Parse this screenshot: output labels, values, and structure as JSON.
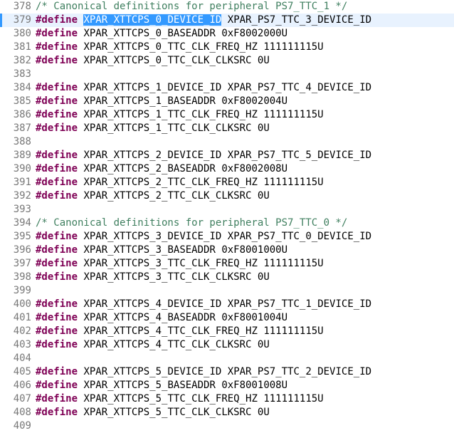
{
  "editor": {
    "colors": {
      "keyword": "#7f0055",
      "comment": "#3f7f5f",
      "selection": "#3399ff",
      "current_line": "#e8f2fe",
      "line_number": "#787878"
    },
    "lines": [
      {
        "num": "378",
        "type": "comment",
        "text": "/* Canonical definitions for peripheral PS7_TTC_1 */"
      },
      {
        "num": "379",
        "type": "define",
        "kw": "#define",
        "name": "XPAR_XTTCPS_0_DEVICE_ID",
        "value": "XPAR_PS7_TTC_3_DEVICE_ID",
        "selected": true
      },
      {
        "num": "380",
        "type": "define",
        "kw": "#define",
        "name": "XPAR_XTTCPS_0_BASEADDR",
        "value": "0xF8002000U"
      },
      {
        "num": "381",
        "type": "define",
        "kw": "#define",
        "name": "XPAR_XTTCPS_0_TTC_CLK_FREQ_HZ",
        "value": "111111115U"
      },
      {
        "num": "382",
        "type": "define",
        "kw": "#define",
        "name": "XPAR_XTTCPS_0_TTC_CLK_CLKSRC",
        "value": "0U"
      },
      {
        "num": "383",
        "type": "blank"
      },
      {
        "num": "384",
        "type": "define",
        "kw": "#define",
        "name": "XPAR_XTTCPS_1_DEVICE_ID",
        "value": "XPAR_PS7_TTC_4_DEVICE_ID"
      },
      {
        "num": "385",
        "type": "define",
        "kw": "#define",
        "name": "XPAR_XTTCPS_1_BASEADDR",
        "value": "0xF8002004U"
      },
      {
        "num": "386",
        "type": "define",
        "kw": "#define",
        "name": "XPAR_XTTCPS_1_TTC_CLK_FREQ_HZ",
        "value": "111111115U"
      },
      {
        "num": "387",
        "type": "define",
        "kw": "#define",
        "name": "XPAR_XTTCPS_1_TTC_CLK_CLKSRC",
        "value": "0U"
      },
      {
        "num": "388",
        "type": "blank"
      },
      {
        "num": "389",
        "type": "define",
        "kw": "#define",
        "name": "XPAR_XTTCPS_2_DEVICE_ID",
        "value": "XPAR_PS7_TTC_5_DEVICE_ID"
      },
      {
        "num": "390",
        "type": "define",
        "kw": "#define",
        "name": "XPAR_XTTCPS_2_BASEADDR",
        "value": "0xF8002008U"
      },
      {
        "num": "391",
        "type": "define",
        "kw": "#define",
        "name": "XPAR_XTTCPS_2_TTC_CLK_FREQ_HZ",
        "value": "111111115U"
      },
      {
        "num": "392",
        "type": "define",
        "kw": "#define",
        "name": "XPAR_XTTCPS_2_TTC_CLK_CLKSRC",
        "value": "0U"
      },
      {
        "num": "393",
        "type": "blank"
      },
      {
        "num": "394",
        "type": "comment",
        "text": "/* Canonical definitions for peripheral PS7_TTC_0 */"
      },
      {
        "num": "395",
        "type": "define",
        "kw": "#define",
        "name": "XPAR_XTTCPS_3_DEVICE_ID",
        "value": "XPAR_PS7_TTC_0_DEVICE_ID"
      },
      {
        "num": "396",
        "type": "define",
        "kw": "#define",
        "name": "XPAR_XTTCPS_3_BASEADDR",
        "value": "0xF8001000U"
      },
      {
        "num": "397",
        "type": "define",
        "kw": "#define",
        "name": "XPAR_XTTCPS_3_TTC_CLK_FREQ_HZ",
        "value": "111111115U"
      },
      {
        "num": "398",
        "type": "define",
        "kw": "#define",
        "name": "XPAR_XTTCPS_3_TTC_CLK_CLKSRC",
        "value": "0U"
      },
      {
        "num": "399",
        "type": "blank"
      },
      {
        "num": "400",
        "type": "define",
        "kw": "#define",
        "name": "XPAR_XTTCPS_4_DEVICE_ID",
        "value": "XPAR_PS7_TTC_1_DEVICE_ID"
      },
      {
        "num": "401",
        "type": "define",
        "kw": "#define",
        "name": "XPAR_XTTCPS_4_BASEADDR",
        "value": "0xF8001004U"
      },
      {
        "num": "402",
        "type": "define",
        "kw": "#define",
        "name": "XPAR_XTTCPS_4_TTC_CLK_FREQ_HZ",
        "value": "111111115U"
      },
      {
        "num": "403",
        "type": "define",
        "kw": "#define",
        "name": "XPAR_XTTCPS_4_TTC_CLK_CLKSRC",
        "value": "0U"
      },
      {
        "num": "404",
        "type": "blank"
      },
      {
        "num": "405",
        "type": "define",
        "kw": "#define",
        "name": "XPAR_XTTCPS_5_DEVICE_ID",
        "value": "XPAR_PS7_TTC_2_DEVICE_ID"
      },
      {
        "num": "406",
        "type": "define",
        "kw": "#define",
        "name": "XPAR_XTTCPS_5_BASEADDR",
        "value": "0xF8001008U"
      },
      {
        "num": "407",
        "type": "define",
        "kw": "#define",
        "name": "XPAR_XTTCPS_5_TTC_CLK_FREQ_HZ",
        "value": "111111115U"
      },
      {
        "num": "408",
        "type": "define",
        "kw": "#define",
        "name": "XPAR_XTTCPS_5_TTC_CLK_CLKSRC",
        "value": "0U"
      },
      {
        "num": "409",
        "type": "blank"
      }
    ]
  }
}
